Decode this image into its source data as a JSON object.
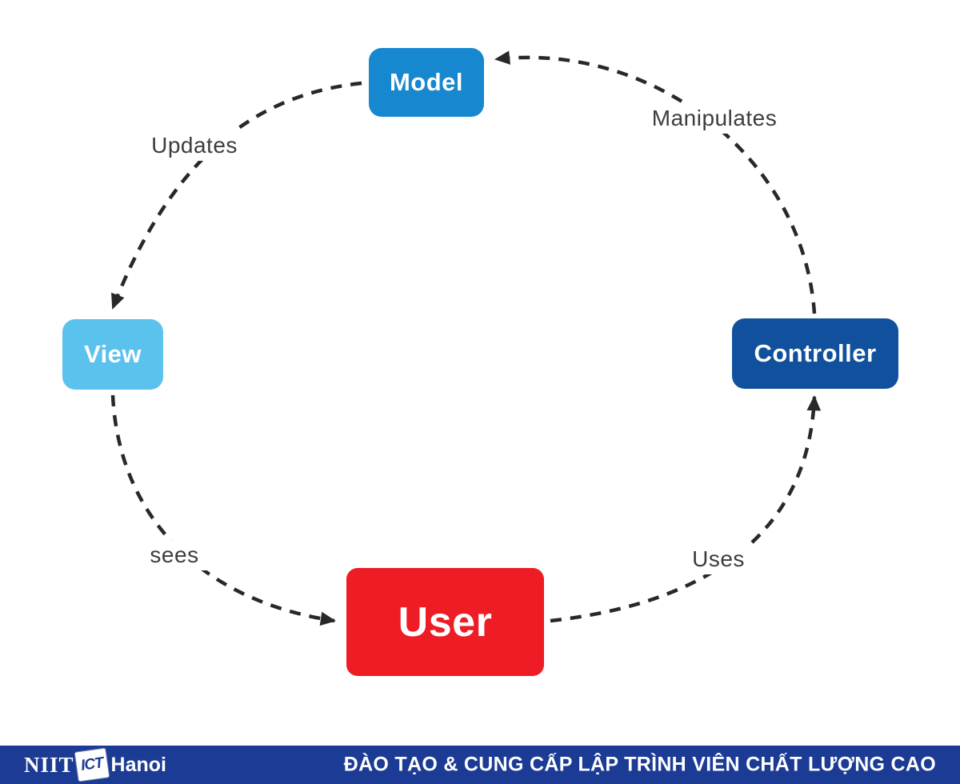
{
  "nodes": {
    "model": {
      "label": "Model",
      "color": "#1787cf"
    },
    "view": {
      "label": "View",
      "color": "#5bc2ee"
    },
    "controller": {
      "label": "Controller",
      "color": "#10509c"
    },
    "user": {
      "label": "User",
      "color": "#ee1c25"
    }
  },
  "edges": {
    "model_view": {
      "label": "Updates",
      "from": "model",
      "to": "view"
    },
    "view_user": {
      "label": "sees",
      "from": "view",
      "to": "user"
    },
    "user_controller": {
      "label": "Uses",
      "from": "user",
      "to": "controller"
    },
    "controller_model": {
      "label": "Manipulates",
      "from": "controller",
      "to": "model"
    }
  },
  "style": {
    "arrow_color": "#282828",
    "edge_label_color": "#3d3d3d",
    "background": "#ffffff"
  },
  "footer": {
    "bar_color": "#1c3b94",
    "logo": {
      "niit": "NIIT",
      "ict": "ICT",
      "hanoi": "Hanoi"
    },
    "tagline": "ĐÀO TẠO & CUNG CẤP LẬP TRÌNH VIÊN CHẤT LƯỢNG CAO"
  }
}
